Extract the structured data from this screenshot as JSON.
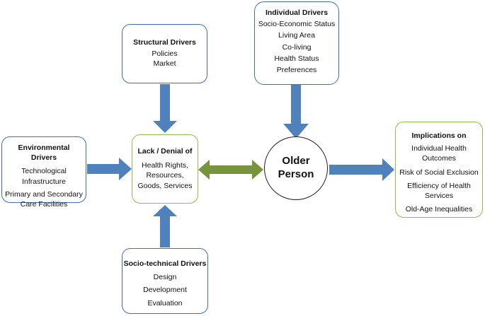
{
  "structural": {
    "title": "Structural Drivers",
    "items": [
      "Policies",
      "Market"
    ]
  },
  "individual": {
    "title": "Individual Drivers",
    "items": [
      "Socio-Economic Status",
      "Living Area",
      "Co-living",
      "Health Status",
      "Preferences"
    ]
  },
  "environmental": {
    "title": "Environmental Drivers",
    "items": [
      "Technological Infrastructure",
      "Primary and Secondary Care Facilities"
    ]
  },
  "lack": {
    "title": "Lack / Denial of",
    "items": [
      "Health Rights,",
      "Resources,",
      "Goods, Services"
    ]
  },
  "older_person": {
    "line1": "Older",
    "line2": "Person"
  },
  "implications": {
    "title": "Implications on",
    "items": [
      "Individual Health Outcomes",
      "Risk of Social Exclusion",
      "Efficiency of Health Services",
      "Old-Age Inequalities"
    ]
  },
  "sociotechnical": {
    "title": "Socio-technical Drivers",
    "items": [
      "Design",
      "Development",
      "Evaluation"
    ]
  },
  "colors": {
    "blue_arrow": "#4f81bd",
    "green_arrow": "#77933c",
    "blue_border": "#3f6fb0",
    "green_border": "#8fc04a"
  }
}
